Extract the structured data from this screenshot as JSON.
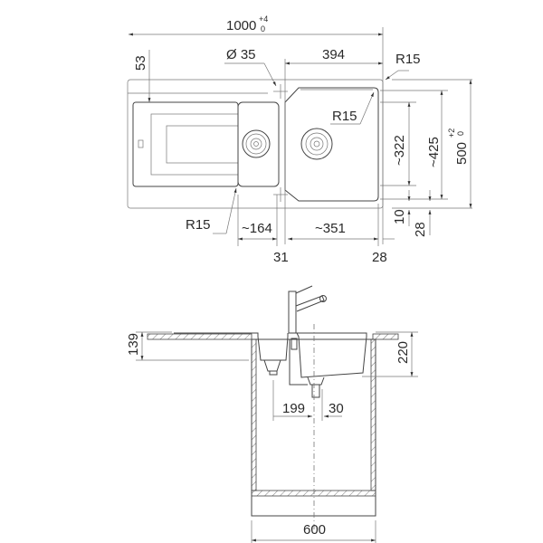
{
  "top_view": {
    "overall_width": "1000",
    "overall_width_tol_upper": "+4",
    "overall_width_tol_lower": "0",
    "edge_offset": "53",
    "tap_hole": "Ø 35",
    "bowl_width_outer": "394",
    "corner_radius_outer": "R15",
    "corner_radius_bowl": "R15",
    "corner_radius_drainer": "R15",
    "bowl_depth_inner": "~322",
    "bowl_depth_outer": "~425",
    "overall_depth": "500",
    "overall_depth_tol_upper": "+2",
    "overall_depth_tol_lower": "0",
    "offset_10": "10",
    "offset_28_v": "28",
    "small_bowl_width": "~164",
    "large_bowl_width": "~351",
    "gap_31": "31",
    "gap_28_h": "28"
  },
  "side_view": {
    "small_bowl_depth": "139",
    "large_bowl_depth": "220",
    "drain_offset": "199",
    "drain_offset_2": "30",
    "cabinet_width": "600"
  }
}
